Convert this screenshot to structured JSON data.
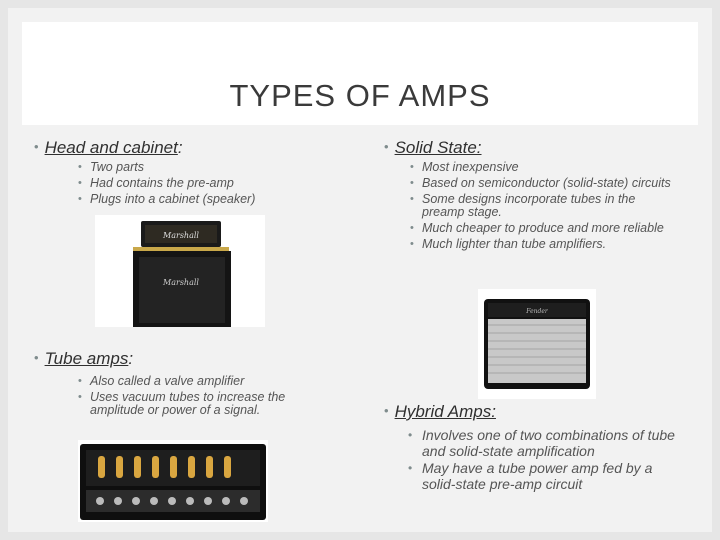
{
  "title": "TYPES OF AMPS",
  "head_cabinet": {
    "heading": "Head and cabinet",
    "suffix": ":",
    "items": [
      "Two parts",
      "Had contains the pre-amp",
      "Plugs into a cabinet (speaker)"
    ]
  },
  "tube": {
    "heading": "Tube amps",
    "suffix": ":",
    "items": [
      "Also called a valve amplifier",
      "Uses vacuum tubes to increase the amplitude or power of a signal."
    ]
  },
  "solid_state": {
    "heading": "Solid State:",
    "items": [
      "Most inexpensive",
      "Based on semiconductor (solid-state) circuits",
      "Some designs incorporate tubes in the preamp stage.",
      "Much cheaper to produce and more reliable",
      "Much lighter than tube amplifiers."
    ]
  },
  "hybrid": {
    "heading": "Hybrid Amps:",
    "items": [
      "Involves one of two combinations of tube and solid-state amplification",
      "May have a tube power amp fed by a solid-state pre-amp circuit"
    ]
  },
  "images": {
    "head_cabinet_logo": "Marshall",
    "combo_logo": "Fender"
  },
  "colors": {
    "background": "#e6e6e6",
    "slide": "#f2f2f2",
    "title_box": "#ffffff",
    "bullet": "#7f8c8d"
  }
}
